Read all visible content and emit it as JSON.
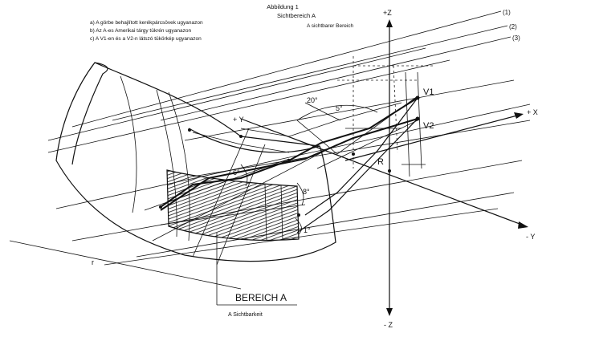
{
  "figure": {
    "title": "Abbildung 1",
    "subtitle": "Sichtbereich A",
    "notes": [
      "a) A görbe behajlított kerékpárcsövek ugyanazon",
      "b) Az A-es Amerikai tárgy tükrén ugyanazon",
      "c) A V1-en és a V2-n látszó tükörkép ugyanazon"
    ],
    "legend_note": "A sichtbarer Bereich",
    "region_label": "BEREICH A",
    "region_caption": "A Sichtbarkeit",
    "axes": {
      "z_pos": "+Z",
      "z_neg": "- Z",
      "x_pos": "+ X",
      "y_pos": "+ Y",
      "y_neg": "- Y"
    },
    "points": {
      "v1": "V1",
      "v2": "V2",
      "r": "R"
    },
    "angles": {
      "a20": "20°",
      "a5": "5°",
      "a6": "6°",
      "a8": "8°",
      "a1": "1°"
    },
    "lines": {
      "l1": "(1)",
      "l2": "(2)",
      "l3": "(3)"
    },
    "dims": {
      "r_dim": "r"
    }
  }
}
